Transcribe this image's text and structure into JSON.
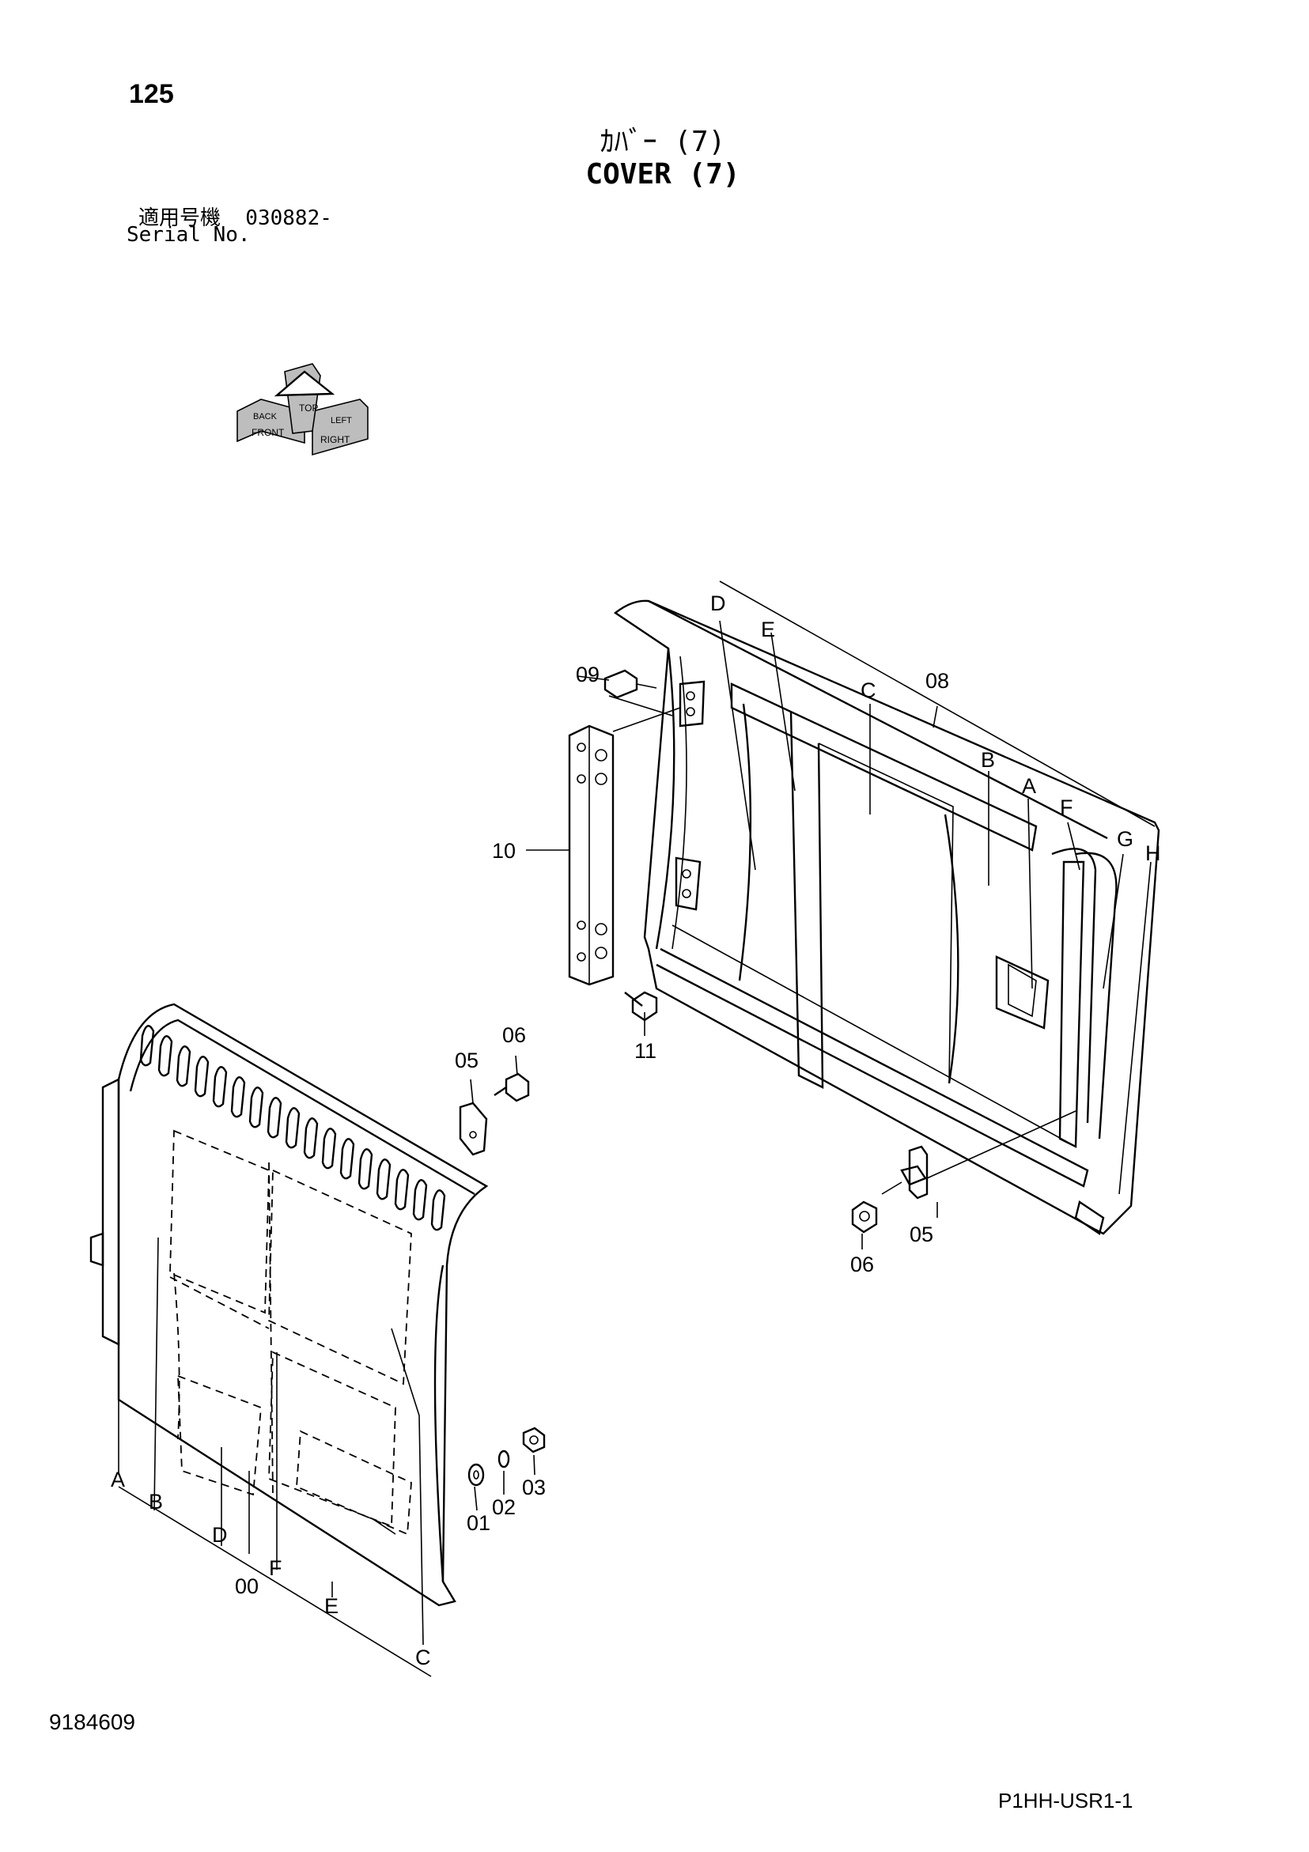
{
  "header": {
    "page_number": "125",
    "title_jp": "ｶﾊﾞｰ (7)",
    "title_en": "COVER (7)",
    "serial_jp": "適用号機  030882-",
    "serial_en": "Serial No."
  },
  "orientation_icon": {
    "labels": [
      "FRONT",
      "TOP",
      "RIGHT",
      "BACK",
      "LEFT"
    ]
  },
  "parts": {
    "p00": "00",
    "p01": "01",
    "p02": "02",
    "p03": "03",
    "p05a": "05",
    "p05b": "05",
    "p06a": "06",
    "p06b": "06",
    "p08": "08",
    "p09": "09",
    "p10": "10",
    "p11": "11"
  },
  "refs_left": {
    "A": "A",
    "B": "B",
    "C": "C",
    "D": "D",
    "E": "E",
    "F": "F"
  },
  "refs_right": {
    "A": "A",
    "B": "B",
    "C": "C",
    "D": "D",
    "E": "E",
    "F": "F",
    "G": "G",
    "H": "H"
  },
  "footer": {
    "doc_code": "9184609",
    "ref_code": "P1HH-USR1-1"
  }
}
